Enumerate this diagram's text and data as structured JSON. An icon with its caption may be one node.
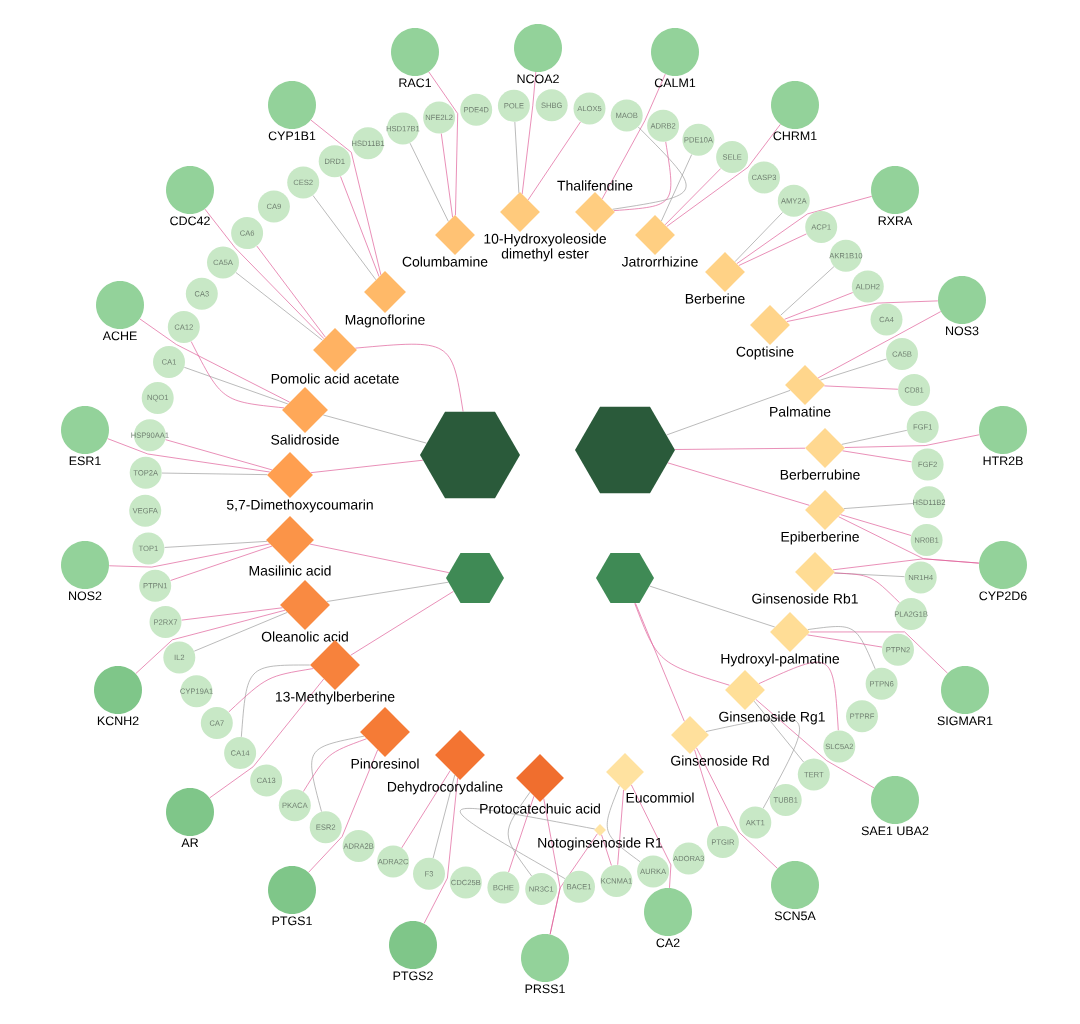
{
  "diagram": {
    "nodes": [
      {
        "text": [
          "NCOA2"
        ]
      },
      {
        "text": [
          "CALM1"
        ]
      },
      {
        "text": [
          "CHRM1"
        ]
      },
      {
        "text": [
          "RXRA"
        ]
      },
      {
        "text": [
          "NOS3"
        ]
      },
      {
        "text": [
          "HTR2B"
        ]
      },
      {
        "text": [
          "CYP2D6"
        ]
      },
      {
        "text": [
          "SIGMAR1"
        ]
      },
      {
        "text": [
          "SAE1 UBA2"
        ]
      },
      {
        "text": [
          "SCN5A"
        ]
      },
      {
        "text": [
          "CA2"
        ]
      },
      {
        "text": [
          "PRSS1"
        ]
      },
      {
        "text": [
          "PTGS2"
        ]
      },
      {
        "text": [
          "PTGS1"
        ]
      },
      {
        "text": [
          "AR"
        ]
      },
      {
        "text": [
          "KCNH2"
        ]
      },
      {
        "text": [
          "NOS2"
        ]
      },
      {
        "text": [
          "ESR1"
        ]
      },
      {
        "text": [
          "ACHE"
        ]
      },
      {
        "text": [
          "CDC42"
        ]
      },
      {
        "text": [
          "CYP1B1"
        ]
      },
      {
        "text": [
          "RAC1"
        ]
      },
      {
        "text": [
          "HSD17B1"
        ]
      },
      {
        "text": [
          "NFE2L2"
        ]
      },
      {
        "text": [
          "PDE4D"
        ]
      },
      {
        "text": [
          "POLE"
        ]
      },
      {
        "text": [
          "SHBG"
        ]
      },
      {
        "text": [
          "ALOX5"
        ]
      },
      {
        "text": [
          "MAOB"
        ]
      },
      {
        "text": [
          "ADRB2"
        ]
      },
      {
        "text": [
          "PDE10A"
        ]
      },
      {
        "text": [
          "SELE"
        ]
      },
      {
        "text": [
          "CASP3"
        ]
      },
      {
        "text": [
          "AMY2A"
        ]
      },
      {
        "text": [
          "ACP1"
        ]
      },
      {
        "text": [
          "AKR1B10"
        ]
      },
      {
        "text": [
          "ALDH2"
        ]
      },
      {
        "text": [
          "CA4"
        ]
      },
      {
        "text": [
          "CA5B"
        ]
      },
      {
        "text": [
          "CD81"
        ]
      },
      {
        "text": [
          "FGF1"
        ]
      },
      {
        "text": [
          "FGF2"
        ]
      },
      {
        "text": [
          "HSD11B2"
        ]
      },
      {
        "text": [
          "NR0B1"
        ]
      },
      {
        "text": [
          "NR1H4"
        ]
      },
      {
        "text": [
          "PLA2G1B"
        ]
      },
      {
        "text": [
          "PTPN2"
        ]
      },
      {
        "text": [
          "PTPN6"
        ]
      },
      {
        "text": [
          "PTPRF"
        ]
      },
      {
        "text": [
          "SLC5A2"
        ]
      },
      {
        "text": [
          "TERT"
        ]
      },
      {
        "text": [
          "TUBB1"
        ]
      },
      {
        "text": [
          "AKT1"
        ]
      },
      {
        "text": [
          "PTGIR"
        ]
      },
      {
        "text": [
          "ADORA3"
        ]
      },
      {
        "text": [
          "AURKA"
        ]
      },
      {
        "text": [
          "KCNMA1"
        ]
      },
      {
        "text": [
          "BACE1"
        ]
      },
      {
        "text": [
          "NR3C1"
        ]
      },
      {
        "text": [
          "BCHE"
        ]
      },
      {
        "text": [
          "CDC25B"
        ]
      },
      {
        "text": [
          "F3"
        ]
      },
      {
        "text": [
          "ADRA2C"
        ]
      },
      {
        "text": [
          "ADRA2B"
        ]
      },
      {
        "text": [
          "ESR2"
        ]
      },
      {
        "text": [
          "PKACA"
        ]
      },
      {
        "text": [
          "CA13"
        ]
      },
      {
        "text": [
          "CA14"
        ]
      },
      {
        "text": [
          "CA7"
        ]
      },
      {
        "text": [
          "CYP19A1"
        ]
      },
      {
        "text": [
          "IL2"
        ]
      },
      {
        "text": [
          "P2RX7"
        ]
      },
      {
        "text": [
          "PTPN1"
        ]
      },
      {
        "text": [
          "TOP1"
        ]
      },
      {
        "text": [
          "VEGFA"
        ]
      },
      {
        "text": [
          "TOP2A"
        ]
      },
      {
        "text": [
          "HSP90AA1"
        ]
      },
      {
        "text": [
          "NQO1"
        ]
      },
      {
        "text": [
          "CA1"
        ]
      },
      {
        "text": [
          "CA12"
        ]
      },
      {
        "text": [
          "CA3"
        ]
      },
      {
        "text": [
          "CA5A"
        ]
      },
      {
        "text": [
          "CA6"
        ]
      },
      {
        "text": [
          "CA9"
        ]
      },
      {
        "text": [
          "CES2"
        ]
      },
      {
        "text": [
          "DRD1"
        ]
      },
      {
        "text": [
          "HSD11B1"
        ]
      },
      {
        "text": [
          "10-Hydroxyoleoside dimethyl ester"
        ]
      },
      {
        "text": [
          "Thalifendine"
        ]
      },
      {
        "text": [
          "Jatrorrhizine"
        ]
      },
      {
        "text": [
          "Columbamine"
        ]
      },
      {
        "text": [
          "Berberine"
        ]
      },
      {
        "text": [
          "Magnoflorine"
        ]
      },
      {
        "text": [
          "Coptisine"
        ]
      },
      {
        "text": [
          "Pomolic acid acetate"
        ]
      },
      {
        "text": [
          "Palmatine"
        ]
      },
      {
        "text": [
          "Salidroside"
        ]
      },
      {
        "text": [
          "Berberrubine"
        ]
      },
      {
        "text": [
          "5,7-Dimethoxycoumarin"
        ]
      },
      {
        "text": [
          "Epiberberine"
        ]
      },
      {
        "text": [
          "Masilinic acid"
        ]
      },
      {
        "text": [
          "Ginsenoside Rb1"
        ]
      },
      {
        "text": [
          "Oleanolic acid"
        ]
      },
      {
        "text": [
          "Hydroxyl-palmatine"
        ]
      },
      {
        "text": [
          "13-Methylberberine"
        ]
      },
      {
        "text": [
          "Ginsenoside Rg1"
        ]
      },
      {
        "text": [
          "Pinoresinol"
        ]
      },
      {
        "text": [
          "Dehydrocorydaline"
        ]
      },
      {
        "text": [
          "Ginsenoside Rd"
        ]
      },
      {
        "text": [
          "Protocatechuic acid"
        ]
      },
      {
        "text": [
          "Eucommiol"
        ]
      },
      {
        "text": [
          "Notoginsenoside R1"
        ]
      },
      {
        "text": [],
        "shape": "hexagon"
      },
      {
        "text": [],
        "shape": "hexagon"
      },
      {
        "text": [],
        "shape": "hexagon"
      },
      {
        "text": [],
        "shape": "hexagon"
      }
    ],
    "edges": [
      {
        "from": 87,
        "to": 0,
        "arrow": "none"
      },
      {
        "from": 87,
        "to": 25,
        "arrow": "none",
        "color": "#9e9e9e"
      },
      {
        "from": 87,
        "to": 27,
        "arrow": "none"
      },
      {
        "from": 88,
        "to": 1,
        "arrow": "none"
      },
      {
        "from": 88,
        "to": 28,
        "arrow": "none",
        "color": "#9e9e9e"
      },
      {
        "from": 88,
        "to": 29,
        "arrow": "none"
      },
      {
        "from": 89,
        "to": 2,
        "arrow": "none"
      },
      {
        "from": 89,
        "to": 30,
        "arrow": "none",
        "color": "#9e9e9e"
      },
      {
        "from": 89,
        "to": 31,
        "arrow": "none"
      },
      {
        "from": 90,
        "to": 21,
        "arrow": "none"
      },
      {
        "from": 90,
        "to": 22,
        "arrow": "none",
        "color": "#9e9e9e"
      },
      {
        "from": 90,
        "to": 23,
        "arrow": "none"
      },
      {
        "from": 91,
        "to": 3,
        "arrow": "none"
      },
      {
        "from": 91,
        "to": 33,
        "arrow": "none",
        "color": "#9e9e9e"
      },
      {
        "from": 91,
        "to": 34,
        "arrow": "none"
      },
      {
        "from": 92,
        "to": 20,
        "arrow": "none"
      },
      {
        "from": 92,
        "to": 84,
        "arrow": "none",
        "color": "#9e9e9e"
      },
      {
        "from": 92,
        "to": 85,
        "arrow": "none"
      },
      {
        "from": 93,
        "to": 4,
        "arrow": "none"
      },
      {
        "from": 93,
        "to": 35,
        "arrow": "none",
        "color": "#9e9e9e"
      },
      {
        "from": 93,
        "to": 36,
        "arrow": "none"
      },
      {
        "from": 94,
        "to": 19,
        "arrow": "none"
      },
      {
        "from": 94,
        "to": 81,
        "arrow": "none",
        "color": "#9e9e9e"
      },
      {
        "from": 94,
        "to": 82,
        "arrow": "none"
      },
      {
        "from": 95,
        "to": 4,
        "arrow": "none"
      },
      {
        "from": 95,
        "to": 38,
        "arrow": "none",
        "color": "#9e9e9e"
      },
      {
        "from": 95,
        "to": 39,
        "arrow": "none"
      },
      {
        "from": 96,
        "to": 18,
        "arrow": "none"
      },
      {
        "from": 96,
        "to": 78,
        "arrow": "none",
        "color": "#9e9e9e"
      },
      {
        "from": 96,
        "to": 79,
        "arrow": "none"
      },
      {
        "from": 97,
        "to": 5,
        "arrow": "none"
      },
      {
        "from": 97,
        "to": 40,
        "arrow": "none",
        "color": "#9e9e9e"
      },
      {
        "from": 97,
        "to": 41,
        "arrow": "none"
      },
      {
        "from": 98,
        "to": 17,
        "arrow": "none"
      },
      {
        "from": 98,
        "to": 75,
        "arrow": "none",
        "color": "#9e9e9e"
      },
      {
        "from": 98,
        "to": 76,
        "arrow": "none"
      },
      {
        "from": 99,
        "to": 6,
        "arrow": "none"
      },
      {
        "from": 99,
        "to": 42,
        "arrow": "none",
        "color": "#9e9e9e"
      },
      {
        "from": 99,
        "to": 43,
        "arrow": "none"
      },
      {
        "from": 100,
        "to": 16,
        "arrow": "none"
      },
      {
        "from": 100,
        "to": 73,
        "arrow": "none",
        "color": "#9e9e9e"
      },
      {
        "from": 100,
        "to": 72,
        "arrow": "none"
      },
      {
        "from": 101,
        "to": 6,
        "arrow": "none"
      },
      {
        "from": 101,
        "to": 44,
        "arrow": "none",
        "color": "#9e9e9e"
      },
      {
        "from": 101,
        "to": 45,
        "arrow": "none"
      },
      {
        "from": 102,
        "to": 15,
        "arrow": "none"
      },
      {
        "from": 102,
        "to": 70,
        "arrow": "none",
        "color": "#9e9e9e"
      },
      {
        "from": 102,
        "to": 71,
        "arrow": "none"
      },
      {
        "from": 103,
        "to": 7,
        "arrow": "none"
      },
      {
        "from": 103,
        "to": 47,
        "arrow": "none",
        "color": "#9e9e9e"
      },
      {
        "from": 103,
        "to": 46,
        "arrow": "none"
      },
      {
        "from": 104,
        "to": 14,
        "arrow": "none"
      },
      {
        "from": 104,
        "to": 67,
        "arrow": "none",
        "color": "#9e9e9e"
      },
      {
        "from": 104,
        "to": 68,
        "arrow": "none"
      },
      {
        "from": 105,
        "to": 8,
        "arrow": "none"
      },
      {
        "from": 105,
        "to": 50,
        "arrow": "none",
        "color": "#9e9e9e"
      },
      {
        "from": 105,
        "to": 49,
        "arrow": "none"
      },
      {
        "from": 106,
        "to": 13,
        "arrow": "none"
      },
      {
        "from": 106,
        "to": 64,
        "arrow": "none",
        "color": "#9e9e9e"
      },
      {
        "from": 106,
        "to": 65,
        "arrow": "none"
      },
      {
        "from": 107,
        "to": 12,
        "arrow": "none"
      },
      {
        "from": 107,
        "to": 61,
        "arrow": "none",
        "color": "#9e9e9e"
      },
      {
        "from": 107,
        "to": 62,
        "arrow": "none"
      },
      {
        "from": 108,
        "to": 9,
        "arrow": "none"
      },
      {
        "from": 108,
        "to": 52,
        "arrow": "none",
        "color": "#9e9e9e"
      },
      {
        "from": 108,
        "to": 53,
        "arrow": "none"
      },
      {
        "from": 109,
        "to": 11,
        "arrow": "none"
      },
      {
        "from": 109,
        "to": 58,
        "arrow": "none",
        "color": "#9e9e9e"
      },
      {
        "from": 109,
        "to": 59,
        "arrow": "none"
      },
      {
        "from": 110,
        "to": 10,
        "arrow": "none"
      },
      {
        "from": 110,
        "to": 55,
        "arrow": "none",
        "color": "#9e9e9e"
      },
      {
        "from": 110,
        "to": 56,
        "arrow": "none"
      },
      {
        "from": 111,
        "to": 11,
        "arrow": "none"
      },
      {
        "from": 111,
        "to": 57,
        "arrow": "none",
        "color": "#9e9e9e"
      },
      {
        "from": 111,
        "to": 56,
        "arrow": "none"
      },
      {
        "from": 112,
        "to": 96,
        "arrow": "none",
        "color": "#9e9e9e"
      },
      {
        "from": 112,
        "to": 98,
        "arrow": "none"
      },
      {
        "from": 112,
        "to": 94,
        "arrow": "none"
      },
      {
        "from": 113,
        "to": 97,
        "arrow": "none"
      },
      {
        "from": 113,
        "to": 95,
        "arrow": "none",
        "color": "#9e9e9e"
      },
      {
        "from": 113,
        "to": 99,
        "arrow": "none"
      },
      {
        "from": 114,
        "to": 102,
        "arrow": "none",
        "color": "#9e9e9e"
      },
      {
        "from": 114,
        "to": 104,
        "arrow": "none"
      },
      {
        "from": 114,
        "to": 100,
        "arrow": "none"
      },
      {
        "from": 115,
        "to": 105,
        "arrow": "none"
      },
      {
        "from": 115,
        "to": 103,
        "arrow": "none",
        "color": "#9e9e9e"
      },
      {
        "from": 115,
        "to": 108,
        "arrow": "none"
      }
    ]
  }
}
